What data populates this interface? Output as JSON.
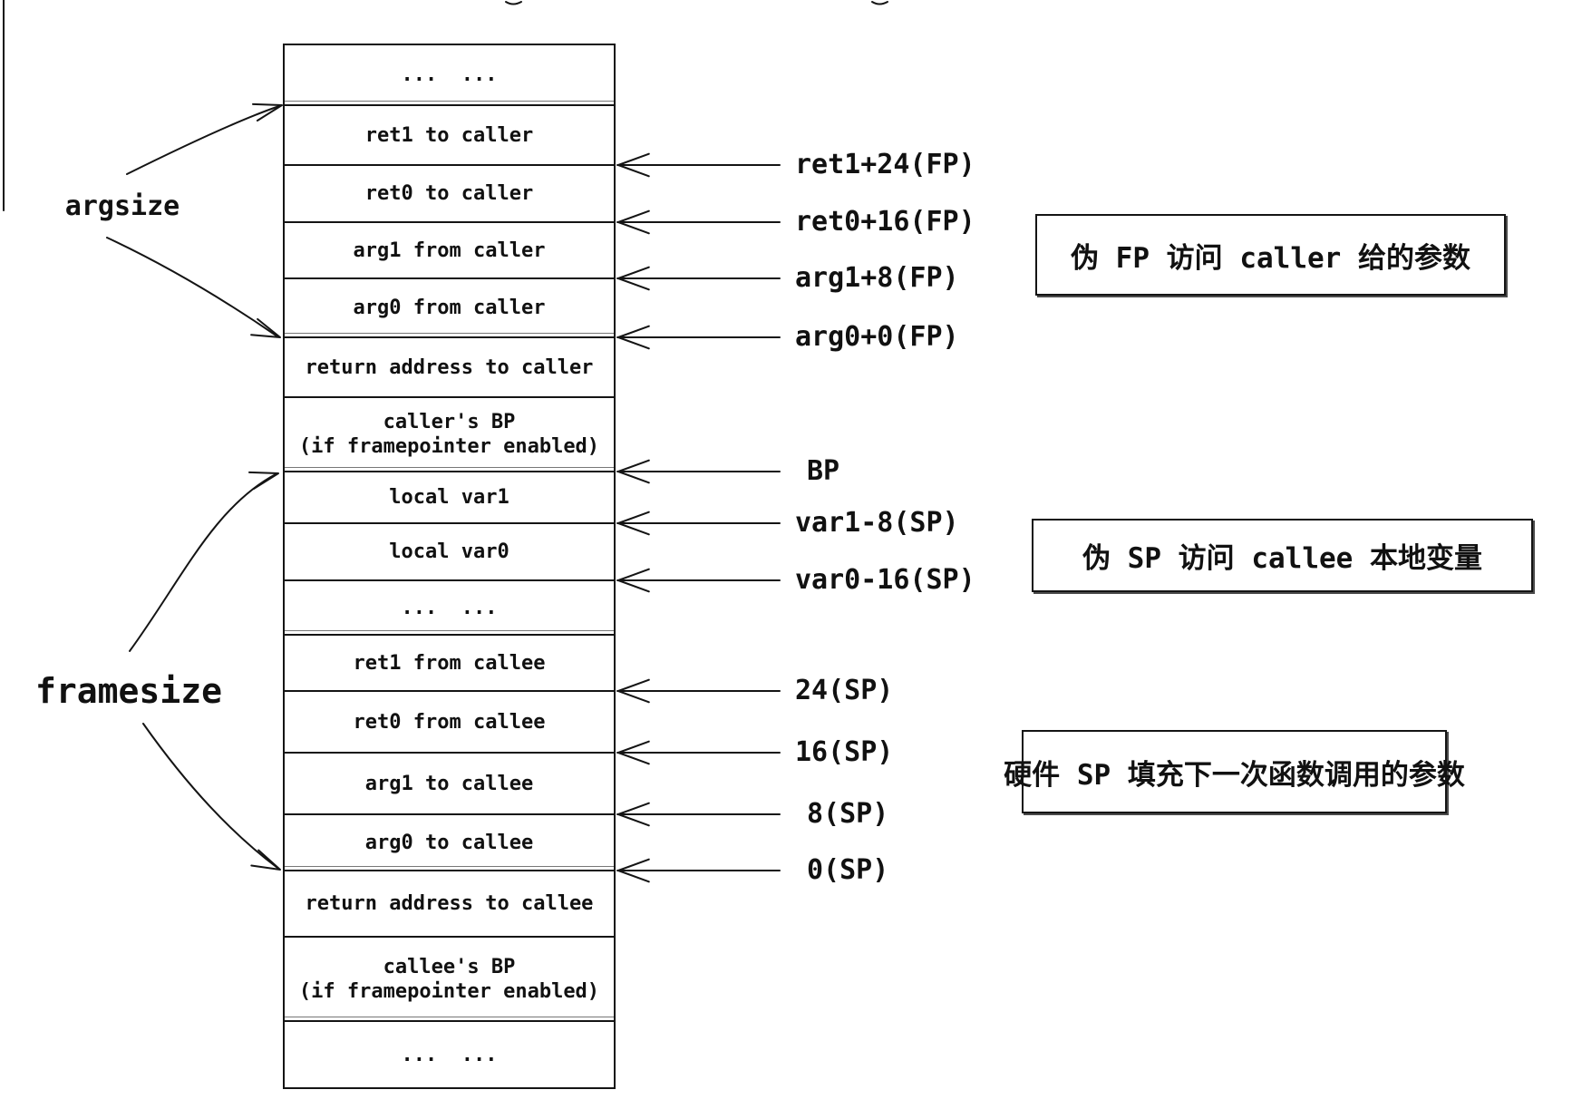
{
  "size_labels": {
    "argsize": "argsize",
    "framesize": "framesize"
  },
  "stack": {
    "cells": [
      {
        "label": "...  ...",
        "double": true
      },
      {
        "label": "ret1 to caller"
      },
      {
        "label": "ret0 to caller"
      },
      {
        "label": "arg1 from caller"
      },
      {
        "label": "arg0 from caller",
        "double": true
      },
      {
        "label": "return address to caller"
      },
      {
        "label": "caller's BP\n(if framepointer enabled)",
        "double": true
      },
      {
        "label": "local var1"
      },
      {
        "label": "local var0"
      },
      {
        "label": "...  ...",
        "double": true
      },
      {
        "label": "ret1 from callee"
      },
      {
        "label": "ret0 from callee"
      },
      {
        "label": "arg1 to callee"
      },
      {
        "label": "arg0 to callee",
        "double": true
      },
      {
        "label": "return address to callee"
      },
      {
        "label": "callee's BP\n(if framepointer enabled)",
        "double": true
      },
      {
        "label": "...  ..."
      }
    ]
  },
  "pointers": [
    {
      "label": "ret1+24(FP)",
      "row": 1
    },
    {
      "label": "ret0+16(FP)",
      "row": 2
    },
    {
      "label": "arg1+8(FP)",
      "row": 3
    },
    {
      "label": "arg0+0(FP)",
      "row": 4
    },
    {
      "label": "BP",
      "row": 6
    },
    {
      "label": "var1-8(SP)",
      "row": 7
    },
    {
      "label": "var0-16(SP)",
      "row": 8
    },
    {
      "label": "24(SP)",
      "row": 10
    },
    {
      "label": "16(SP)",
      "row": 11
    },
    {
      "label": "8(SP)",
      "row": 12
    },
    {
      "label": "0(SP)",
      "row": 13
    }
  ],
  "notes": [
    {
      "text": "伪 FP 访问 caller 给的参数"
    },
    {
      "text": "伪 SP 访问 callee 本地变量"
    },
    {
      "text": "硬件 SP 填充下一次函数调用的参数"
    }
  ]
}
